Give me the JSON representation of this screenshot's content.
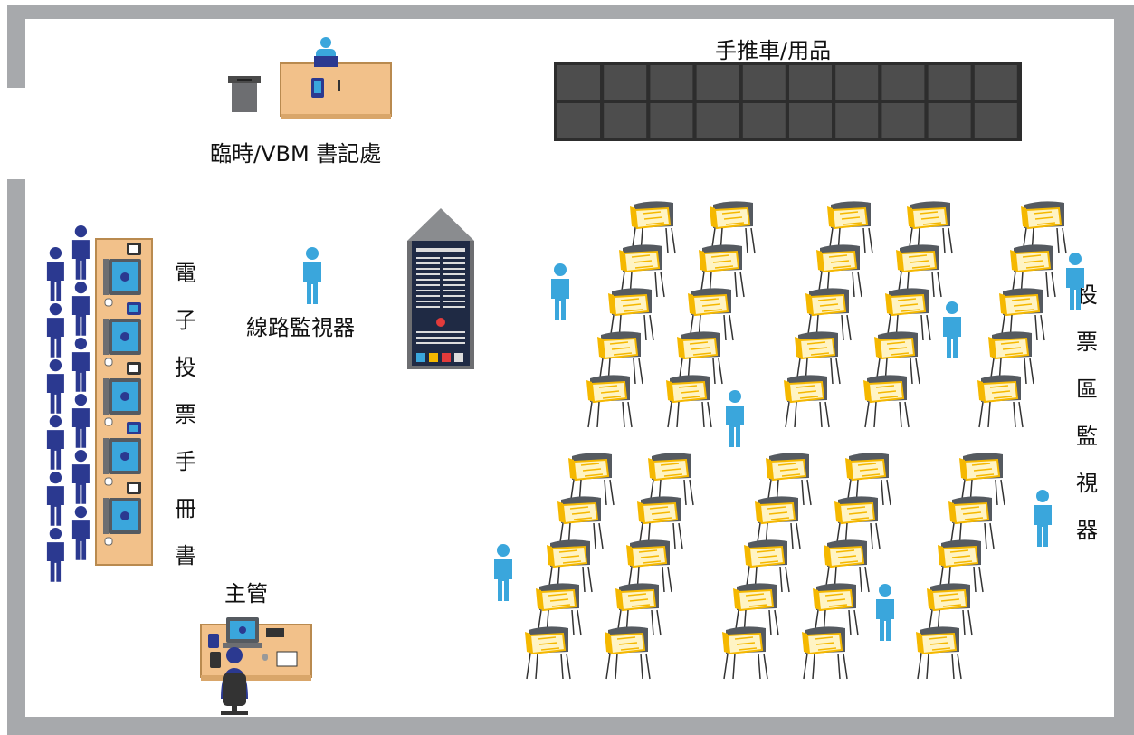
{
  "labels": {
    "clerk_area": "臨時/VBM 書記處",
    "carts": "手推車/用品",
    "line_monitor": "線路監視器",
    "epollbook": "電子投票手冊書",
    "supervisor": "主管",
    "booth_monitor": "投票區監視器"
  },
  "colors": {
    "wall": "#a7a9ac",
    "table": "#f2c18a",
    "table_border": "#b98a4f",
    "person_light": "#3aa6dc",
    "person_dark": "#2b3990",
    "booth_gray": "#555a60",
    "booth_yellow": "#f5b800",
    "cart_cell": "#4d4d4d"
  },
  "icons": [
    "person-icon",
    "voting-booth-icon",
    "laptop-icon",
    "ballot-box-icon",
    "tablet-icon",
    "chair-icon",
    "poster-icon"
  ]
}
